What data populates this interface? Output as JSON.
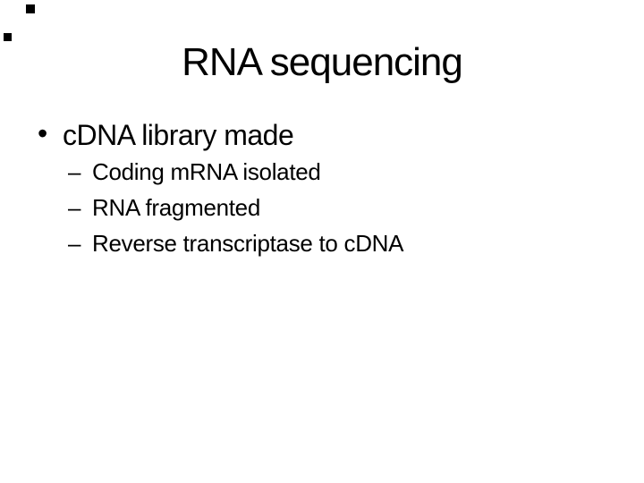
{
  "slide": {
    "background_color": "#ffffff",
    "text_color": "#000000",
    "title": "RNA sequencing",
    "bullets": [
      {
        "marker": "•",
        "text": "cDNA library made",
        "children": [
          {
            "marker": "–",
            "text": "Coding mRNA isolated"
          },
          {
            "marker": "–",
            "text": "RNA fragmented"
          },
          {
            "marker": "–",
            "text": "Reverse transcriptase to cDNA"
          }
        ]
      }
    ],
    "decorations": [
      {
        "name": "corner-square-top",
        "color": "#000000"
      },
      {
        "name": "corner-square-left",
        "color": "#000000"
      }
    ]
  }
}
